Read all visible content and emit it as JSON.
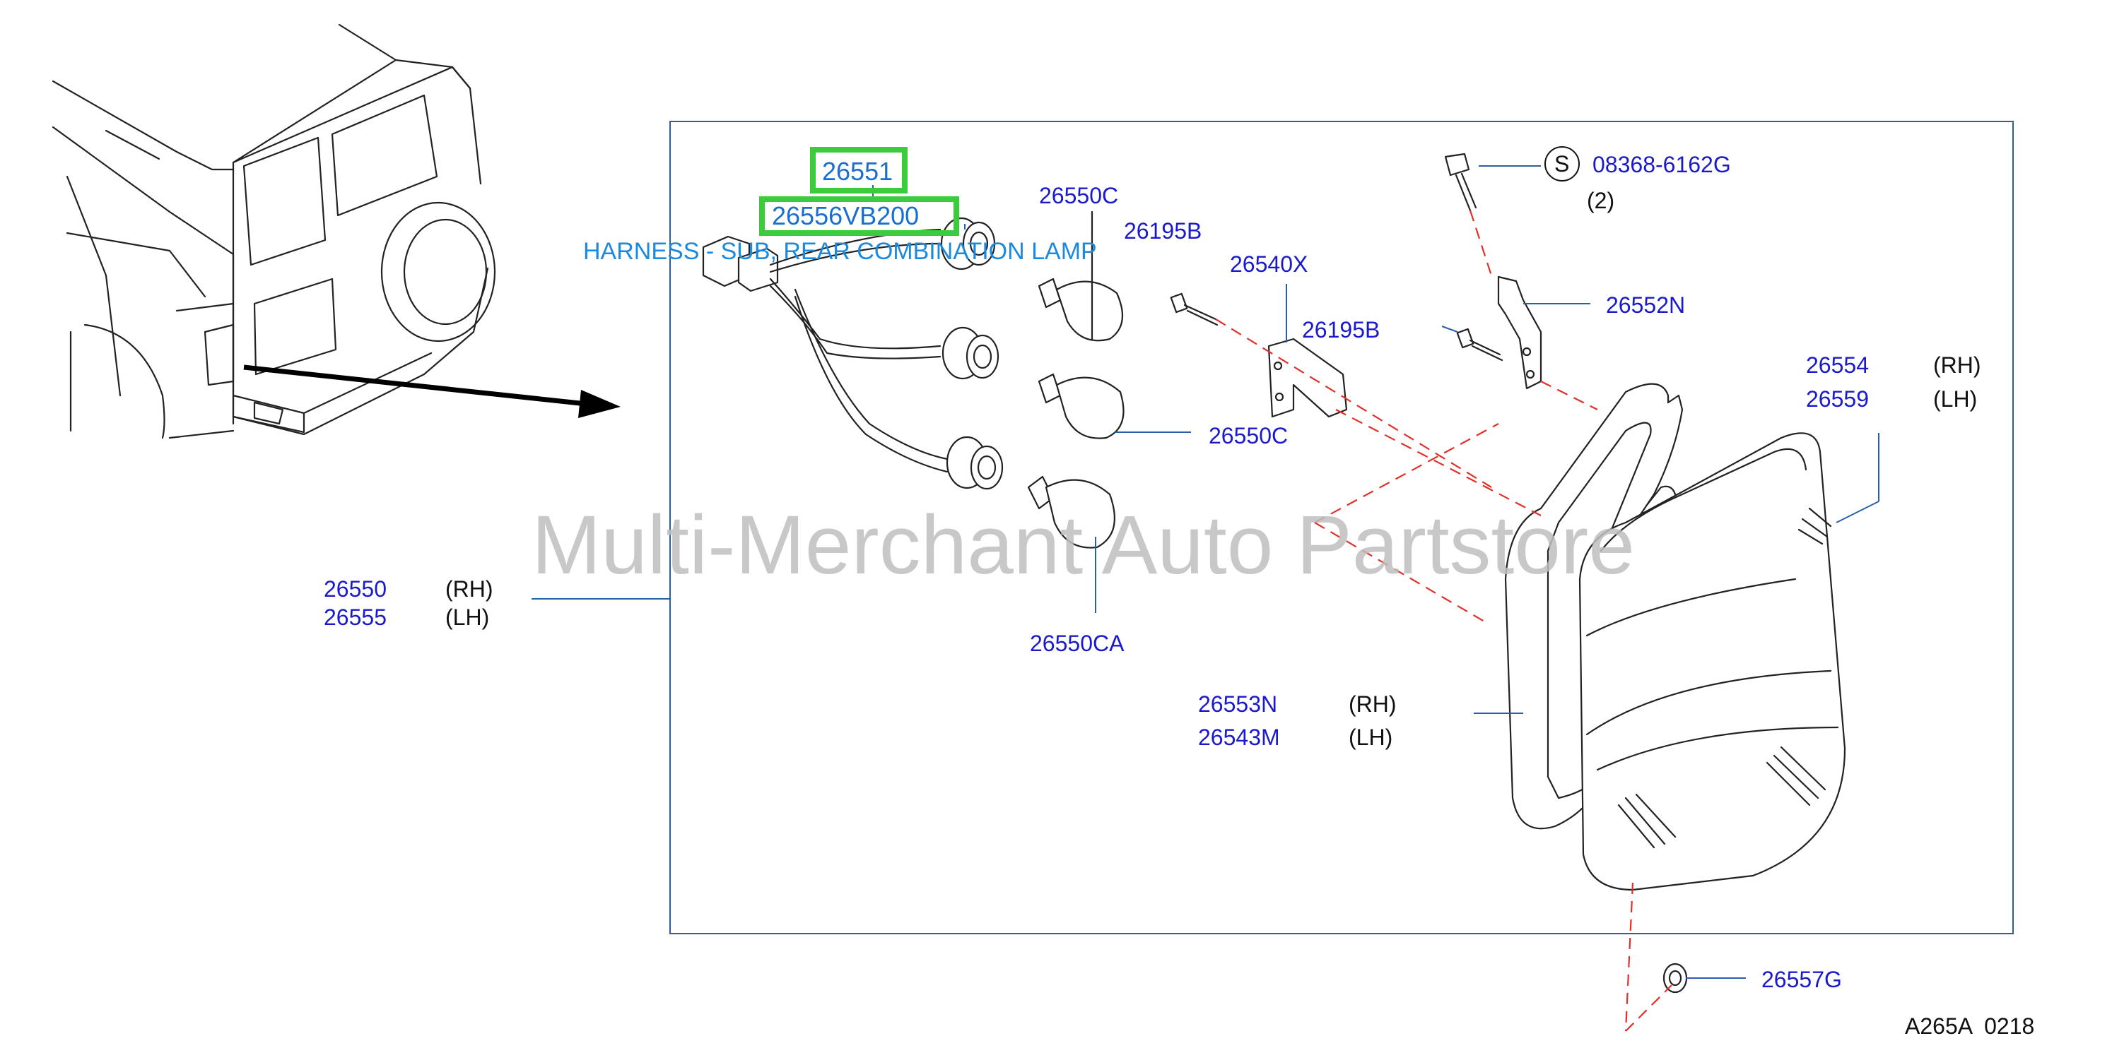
{
  "highlight": {
    "part_1": "26551",
    "part_2": "26556VB200",
    "description": "HARNESS - SUB, REAR COMBINATION LAMP"
  },
  "watermark": "Multi-Merchant Auto Partstore",
  "diagram_code": "A265A  0218",
  "screw_symbol": "S",
  "screw_part": "08368-6162G",
  "screw_qty": "(2)",
  "labels": {
    "bulb_top": "26550C",
    "screw_top": "26195B",
    "bracket": "26540X",
    "screw_mid": "26195B",
    "bracket_right": "26552N",
    "bulb_mid": "26550C",
    "bulb_bottom": "26550CA",
    "clip": "26557G"
  },
  "assembly": {
    "rh_part": "26550",
    "rh_qual": "(RH)",
    "lh_part": "26555",
    "lh_qual": "(LH)"
  },
  "lamp": {
    "rh_part": "26554",
    "rh_qual": "(RH)",
    "lh_part": "26559",
    "lh_qual": "(LH)"
  },
  "gasket": {
    "rh_part": "26553N",
    "rh_qual": "(RH)",
    "lh_part": "26543M",
    "lh_qual": "(LH)"
  },
  "colors": {
    "part_number": "#1a1acc",
    "highlight_box": "#3ccb3c",
    "leader_line": "#2a5fa5",
    "dashed_line": "#e0302a"
  }
}
